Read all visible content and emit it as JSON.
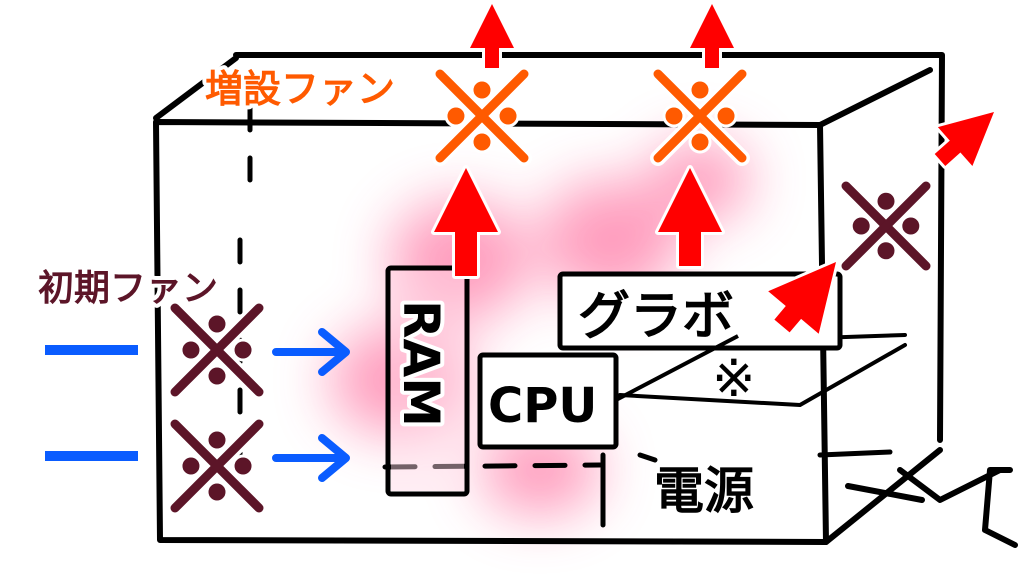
{
  "labels": {
    "added_fan": "増設ファン",
    "initial_fan": "初期ファン",
    "ram": "RAM",
    "cpu": "CPU",
    "gpu": "グラボ",
    "psu": "電源"
  },
  "fan_symbol": "※",
  "colors": {
    "added_fan": "#ff5a00",
    "initial_fan": "#5c1528",
    "exhaust_arrow": "#ff0000",
    "intake_arrow": "#0a5cff",
    "case_line": "#000000",
    "heat_glow": "#ff4d88"
  },
  "icons": {
    "added_fan": "fan-icon",
    "initial_fan": "fan-icon",
    "gpu_fan": "fan-icon",
    "exhaust": "arrow-up-icon",
    "intake": "arrow-right-icon"
  }
}
